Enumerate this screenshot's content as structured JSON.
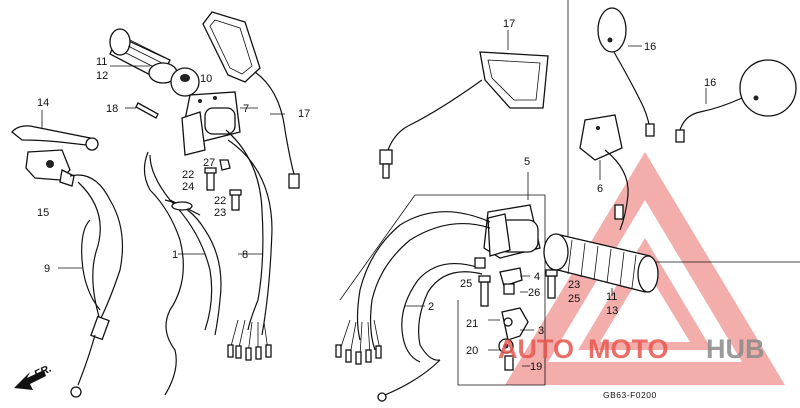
{
  "diagram": {
    "code": "GB63-F0200",
    "direction_label": "FR.",
    "labels": [
      {
        "id": "l17a",
        "text": "17"
      },
      {
        "id": "l16a",
        "text": "16"
      },
      {
        "id": "l16b",
        "text": "16"
      },
      {
        "id": "l17b",
        "text": "17"
      },
      {
        "id": "l11a",
        "text": "11"
      },
      {
        "id": "l12",
        "text": "12"
      },
      {
        "id": "l10",
        "text": "10"
      },
      {
        "id": "l7",
        "text": "7"
      },
      {
        "id": "l14",
        "text": "14"
      },
      {
        "id": "l18",
        "text": "18"
      },
      {
        "id": "l27",
        "text": "27"
      },
      {
        "id": "l22a",
        "text": "22"
      },
      {
        "id": "l24",
        "text": "24"
      },
      {
        "id": "l22b",
        "text": "22"
      },
      {
        "id": "l23a",
        "text": "23"
      },
      {
        "id": "l15",
        "text": "15"
      },
      {
        "id": "l1",
        "text": "1"
      },
      {
        "id": "l8",
        "text": "8"
      },
      {
        "id": "l9",
        "text": "9"
      },
      {
        "id": "l5",
        "text": "5"
      },
      {
        "id": "l6",
        "text": "6"
      },
      {
        "id": "l4",
        "text": "4"
      },
      {
        "id": "l25a",
        "text": "25"
      },
      {
        "id": "l26",
        "text": "26"
      },
      {
        "id": "l2",
        "text": "2"
      },
      {
        "id": "l21",
        "text": "21"
      },
      {
        "id": "l3",
        "text": "3"
      },
      {
        "id": "l20",
        "text": "20"
      },
      {
        "id": "l19",
        "text": "19"
      },
      {
        "id": "l23b",
        "text": "23"
      },
      {
        "id": "l25b",
        "text": "25"
      },
      {
        "id": "l11b",
        "text": "11"
      },
      {
        "id": "l13",
        "text": "13"
      }
    ]
  },
  "watermark": {
    "part1": "AUTO",
    "part2": "MOTO",
    "part3": "HUB",
    "colors": {
      "red": "#e8574f",
      "gray": "#8a8a8a",
      "triangle": "#e23b36"
    }
  }
}
